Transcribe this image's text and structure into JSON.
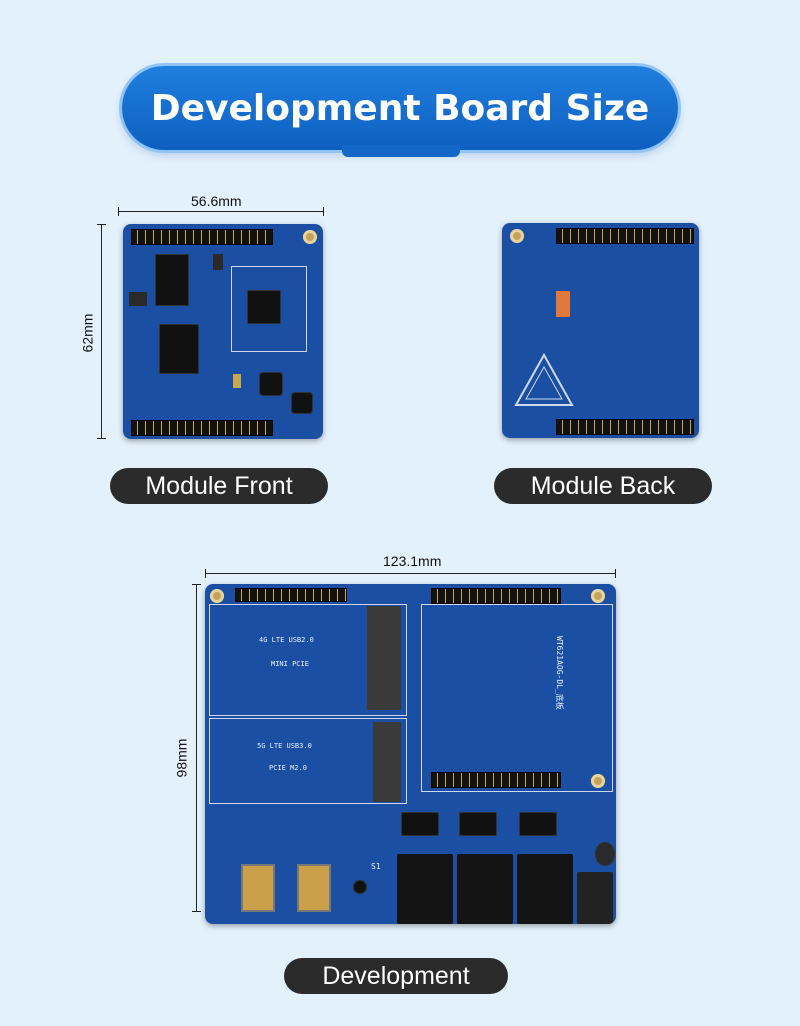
{
  "title": "Development Board Size",
  "module_front": {
    "caption": "Module Front",
    "width_label": "56.6mm",
    "height_label": "62mm"
  },
  "module_back": {
    "caption": "Module Back"
  },
  "development": {
    "caption": "Development",
    "width_label": "123.1mm",
    "height_label": "98mm",
    "silk_4g": "4G LTE USB2.0",
    "silk_mini_pcie": "MINI PCIE",
    "silk_5g": "5G LTE USB3.0",
    "silk_pcie_m2": "PCIE M2.0",
    "silk_s1": "S1",
    "silk_model": "WT621AOG-DL_底板"
  },
  "colors": {
    "background": "#e3f1fc",
    "accent": "#1f7fe0",
    "board": "#1a4fa3",
    "caption_bg": "#2b2b2b"
  }
}
